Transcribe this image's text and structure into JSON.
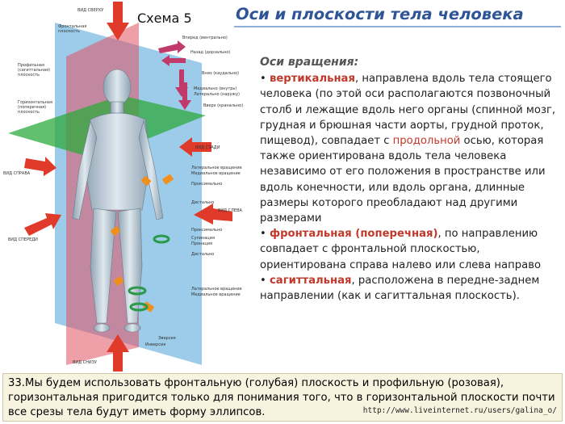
{
  "header": {
    "schema_label": "Схема 5",
    "title": "Оси и  плоскости тела человека"
  },
  "figure": {
    "labels": {
      "view_top": "ВИД СВЕРХУ",
      "frontal_plane": "Фронтальная\nплоскость",
      "profile_plane": "Профильная\n(сагиттальная)\nплоскость",
      "horizontal_plane": "Горизонтальная\n(поперечная)\nплоскость",
      "forward": "Вперед (вентрально)",
      "back": "Назад (дорзально)",
      "down": "Вниз (каудально)",
      "medial": "Медиально (внутрь)",
      "lateral": "Латерально (наружу)",
      "up": "Вверх (кранально)",
      "view_back": "ВИД СЗАДИ",
      "lateral_rotation_1": "Латеральное вращение",
      "medial_rotation_1": "Медиальное вращение",
      "proximal_1": "Проксимально",
      "distal_1": "Дистально",
      "view_right": "ВИД СПРАВА",
      "view_left": "ВИД СЛЕВА",
      "view_front": "ВИД СПЕРЕДИ",
      "proximal_2": "Проксимально",
      "supination": "Супинация",
      "pronation": "Пронация",
      "distal_2": "Дистально",
      "lateral_rotation_2": "Латеральное вращение",
      "medial_rotation_2": "Медиальное вращение",
      "eversion": "Эверсия",
      "inversion": "Инверсия",
      "view_bottom": "ВИД СНИЗУ"
    }
  },
  "text": {
    "heading": "Оси вращения:",
    "p1": [
      {
        "t": "• "
      },
      {
        "t": "вертикальная",
        "c": "red"
      },
      {
        "t": ", направлена вдоль тела стоящего человека (по этой оси располагаются позвоночный столб и лежащие вдоль него органы (спинной мозг, грудная и брюшная части аорты, грудной проток, пищевод),  совпадает с "
      },
      {
        "t": "продольной",
        "c": "hl"
      },
      {
        "t": " осью, которая также ориентирована вдоль тела человека независимо от его положения в пространстве или вдоль конечности, или вдоль органа, длинные размеры которого преобладают над другими размерами"
      }
    ],
    "p2": [
      {
        "t": "• "
      },
      {
        "t": "фронтальная (поперечная)",
        "c": "red"
      },
      {
        "t": ", по направлению совпадает с фронтальной плоскостью, ориентирована справа налево или слева направо"
      }
    ],
    "p3": [
      {
        "t": "• "
      },
      {
        "t": "сагиттальная",
        "c": "red"
      },
      {
        "t": ", расположена в передне-заднем направлении (как и сагиттальная плоскость)."
      }
    ]
  },
  "caption": "33.Мы будем использовать фронтальную (голубая) плоскость и профильную (розовая), горизонтальная пригодится только для понимания того, что в горизонтальной плоскости почти все срезы тела будут иметь форму эллипсов.",
  "watermark": "http://www.liveinternet.ru/users/galina_o/",
  "colors": {
    "title": "#2f5596",
    "term": "#c0392b",
    "frontal_plane": "#4aa3d8",
    "sagittal_plane": "#e05060",
    "horizontal_plane": "#2eaa3c",
    "arrow": "#e03a2a",
    "caption_bg": "#f7f3df"
  }
}
